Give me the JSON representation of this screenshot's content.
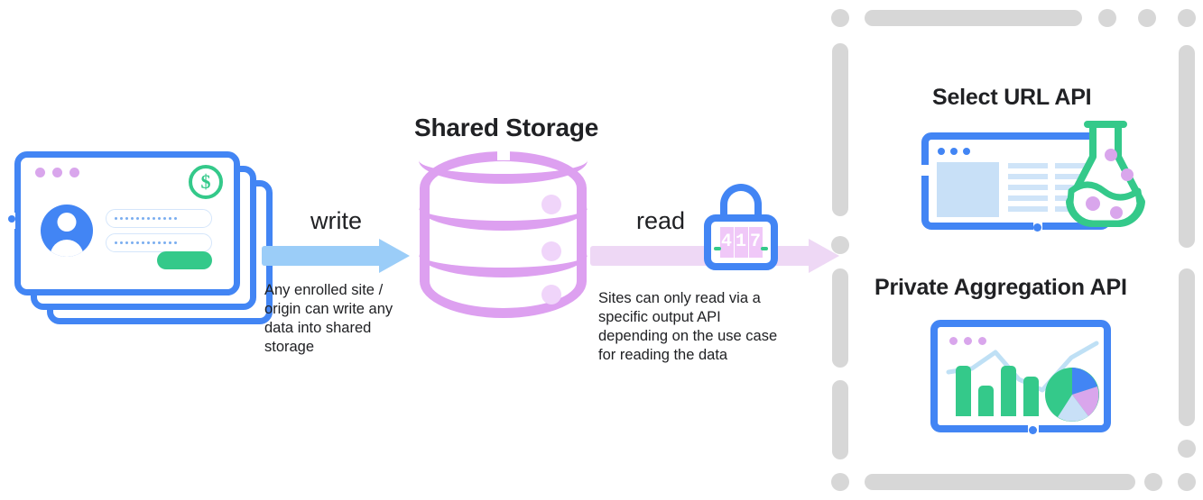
{
  "diagram": {
    "title": "Shared Storage data flow",
    "colors": {
      "blue": "#4285F4",
      "light_blue_arrow": "#9BCDF8",
      "pink_arrow": "#EED8F5",
      "purple": "#DDA0F0",
      "green": "#34C98A",
      "gray_dash": "#D7D7D7",
      "text": "#202124"
    }
  },
  "source": {
    "name": "enrolled-sites-stack",
    "titlebar_dots": [
      "dot-1",
      "dot-2",
      "dot-3"
    ],
    "badge_label": "$",
    "badge_icon": "dollar-circle-icon",
    "avatar_icon": "user-avatar-icon",
    "field_1_value": "••••••••••••",
    "field_2_value": "••••••••••••",
    "submit_label": ""
  },
  "write": {
    "label": "write",
    "caption": "Any enrolled site / origin can write any data into shared storage",
    "caption_lines": [
      "Any enrolled site /",
      "origin can write any",
      "data into shared",
      "storage"
    ],
    "arrow_icon": "arrow-right-icon"
  },
  "storage": {
    "title": "Shared Storage",
    "icon": "database-cylinder-icon",
    "tiers": 3
  },
  "read": {
    "label": "read",
    "caption": "Sites can only read via a specific output API depending on the use case for reading the data",
    "caption_lines": [
      "Sites can only read via a",
      "specific output API",
      "depending on the use case",
      "for reading the data"
    ],
    "arrow_icon": "arrow-right-icon",
    "lock": {
      "icon": "combination-padlock-icon",
      "digits": [
        "4",
        "1",
        "7"
      ],
      "code": "417"
    }
  },
  "output_apis": {
    "panel_style": "dashed-rounded-border",
    "items": [
      {
        "title": "Select URL API",
        "icon": "browser-window-with-flask-icon",
        "flask_bubbles": 4
      },
      {
        "title": "Private Aggregation API",
        "icon": "browser-window-with-charts-icon",
        "bars": [
          56,
          34,
          56,
          44
        ],
        "pie_segments": [
          {
            "name": "green",
            "color": "#34C98A",
            "share": 0.45
          },
          {
            "name": "blue",
            "color": "#4285F4",
            "share": 0.18
          },
          {
            "name": "purple",
            "color": "#D9A6EC",
            "share": 0.2
          },
          {
            "name": "light-blue",
            "color": "#C8E0F7",
            "share": 0.17
          }
        ]
      }
    ]
  }
}
